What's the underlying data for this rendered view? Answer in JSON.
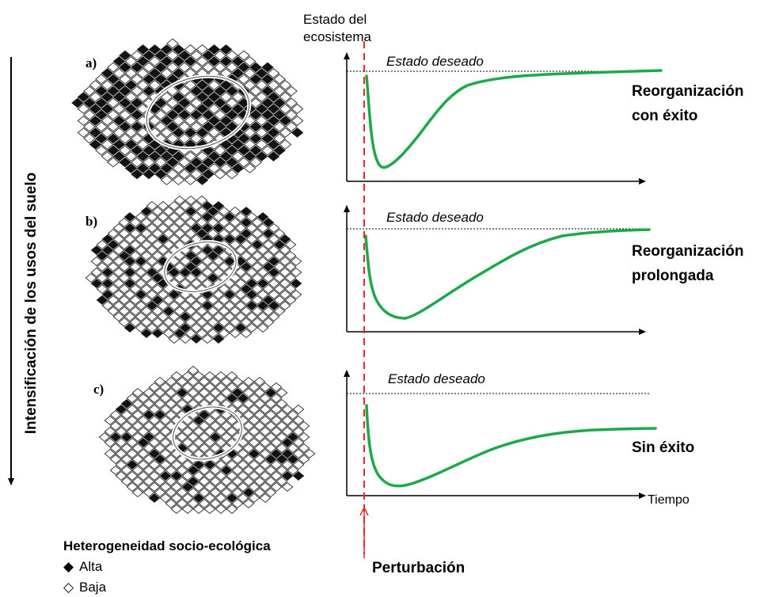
{
  "y_axis_title": "Estado del ecosistema",
  "x_axis_title": "Tiempo",
  "side_axis_title": "Intensificación de los usos del suelo",
  "disturbance_label": "Perturbación",
  "legend": {
    "title": "Heterogeneidad socio-ecológica",
    "items": [
      {
        "symbol": "filled-diamond",
        "label": "Alta"
      },
      {
        "symbol": "open-diamond",
        "label": "Baja"
      }
    ]
  },
  "panels": [
    {
      "label": "a)",
      "desired_state_label": "Estado deseado",
      "outcome": "Reorganización con  éxito",
      "high_heterogeneity_fraction": 0.5
    },
    {
      "label": "b)",
      "desired_state_label": "Estado deseado",
      "outcome": "Reorganización prolongada",
      "high_heterogeneity_fraction": 0.22
    },
    {
      "label": "c)",
      "desired_state_label": "Estado deseado",
      "outcome": "Sin éxito",
      "high_heterogeneity_fraction": 0.14
    }
  ],
  "colors": {
    "curve": "#1fa84a",
    "disturbance_line": "#e8262b",
    "axis": "#000000",
    "grid_fill": "#111111"
  }
}
